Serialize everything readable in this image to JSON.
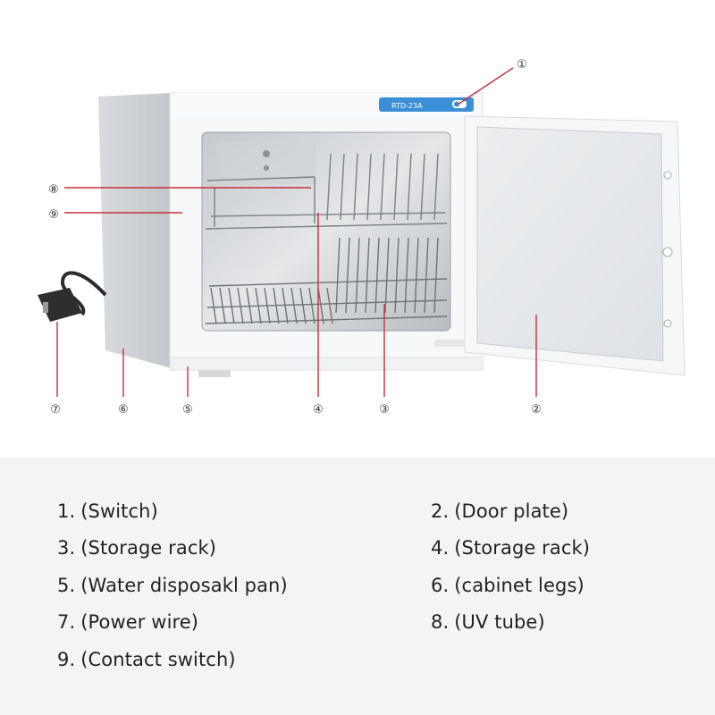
{
  "product": {
    "model_label": "RTD-23A"
  },
  "callouts": [
    {
      "id": "1",
      "symbol": "①"
    },
    {
      "id": "2",
      "symbol": "②"
    },
    {
      "id": "3",
      "symbol": "③"
    },
    {
      "id": "4",
      "symbol": "④"
    },
    {
      "id": "5",
      "symbol": "⑤"
    },
    {
      "id": "6",
      "symbol": "⑥"
    },
    {
      "id": "7",
      "symbol": "⑦"
    },
    {
      "id": "8",
      "symbol": "⑧"
    },
    {
      "id": "9",
      "symbol": "⑨"
    }
  ],
  "legend": [
    {
      "num": "1.",
      "text": "(Switch)"
    },
    {
      "num": "2.",
      "text": "(Door plate)"
    },
    {
      "num": "3.",
      "text": "(Storage rack)"
    },
    {
      "num": "4.",
      "text": "(Storage rack)"
    },
    {
      "num": "5.",
      "text": "(Water disposakl pan)"
    },
    {
      "num": "6.",
      "text": "(cabinet legs)"
    },
    {
      "num": "7.",
      "text": "(Power wire)"
    },
    {
      "num": "8.",
      "text": "(UV tube)"
    },
    {
      "num": "9.",
      "text": "(Contact switch)"
    }
  ],
  "colors": {
    "leader_line": "#c4303a",
    "label_blue": "#3b8fd6",
    "legend_bg": "#f4f4f4"
  }
}
